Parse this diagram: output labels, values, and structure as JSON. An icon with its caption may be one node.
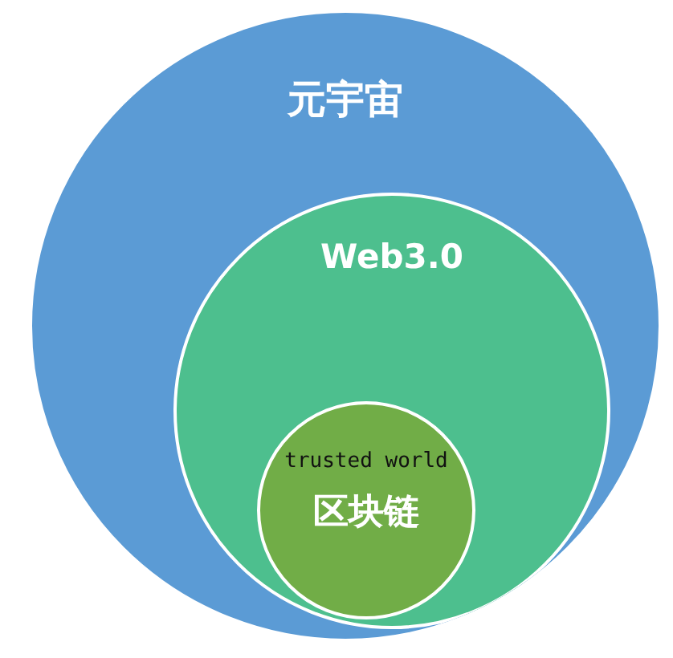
{
  "diagram": {
    "nodes": [
      {
        "text": [
          "元宇宙"
        ]
      },
      {
        "text": [
          "Web3.0"
        ],
        "in": 0
      },
      {
        "text": [
          "trusted world",
          "区块链"
        ],
        "in": 1
      }
    ]
  }
}
